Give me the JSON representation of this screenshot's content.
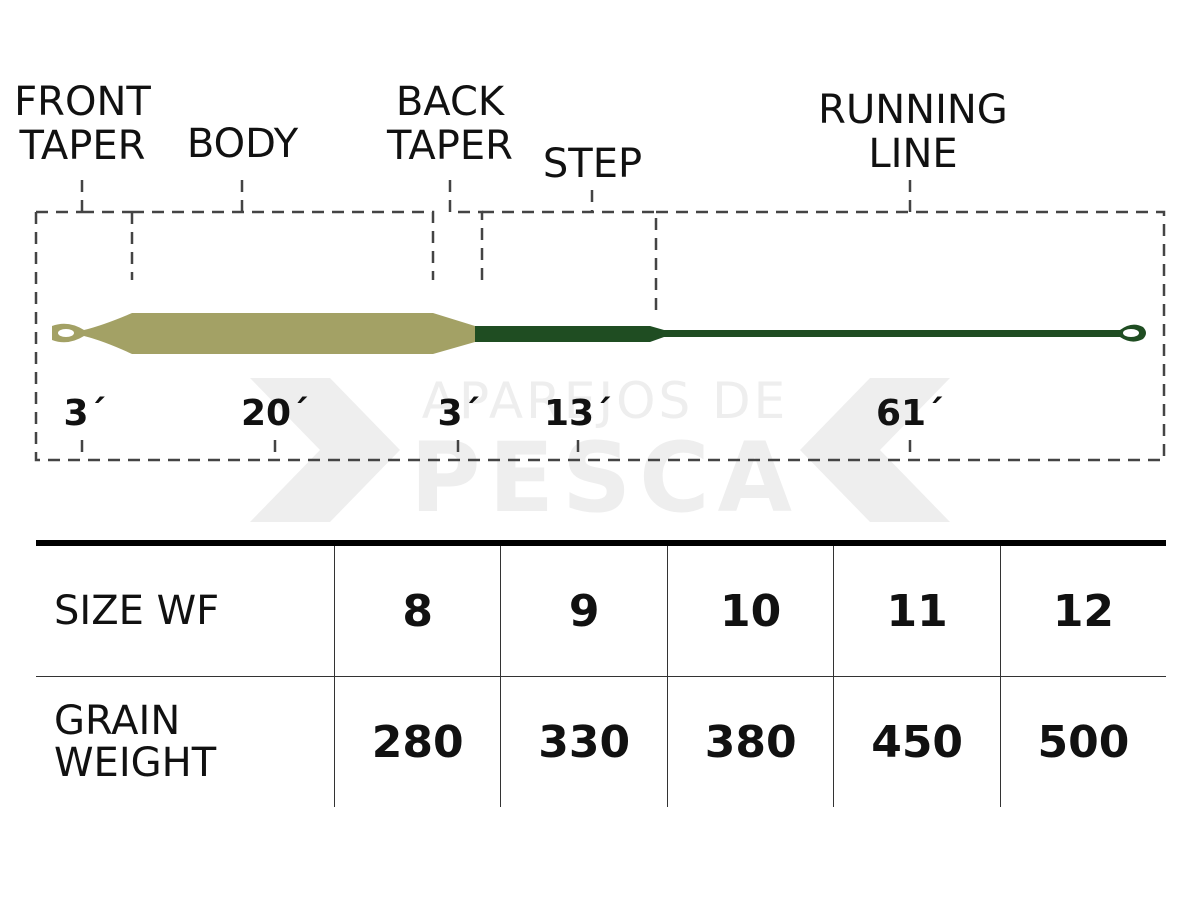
{
  "watermark": {
    "line1": "APAREJOS DE",
    "line2": "PESCA"
  },
  "sections": [
    {
      "id": "front-taper",
      "name_lines": [
        "FRONT",
        "TAPER"
      ],
      "length": "3´"
    },
    {
      "id": "body",
      "name_lines": [
        "BODY"
      ],
      "length": "20´"
    },
    {
      "id": "back-taper",
      "name_lines": [
        "BACK",
        "TAPER"
      ],
      "length": "3´"
    },
    {
      "id": "step",
      "name_lines": [
        "STEP"
      ],
      "length": "13´"
    },
    {
      "id": "running-line",
      "name_lines": [
        "RUNNING",
        "LINE"
      ],
      "length": "61´"
    }
  ],
  "colors": {
    "head": "#a3a165",
    "running_line": "#1f4d22",
    "dash": "#444444",
    "watermark": "#eeeeee"
  },
  "table": {
    "size_label": "SIZE WF",
    "grain_label": [
      "GRAIN",
      "WEIGHT"
    ],
    "sizes": [
      "8",
      "9",
      "10",
      "11",
      "12"
    ],
    "grains": [
      "280",
      "330",
      "380",
      "450",
      "500"
    ]
  }
}
